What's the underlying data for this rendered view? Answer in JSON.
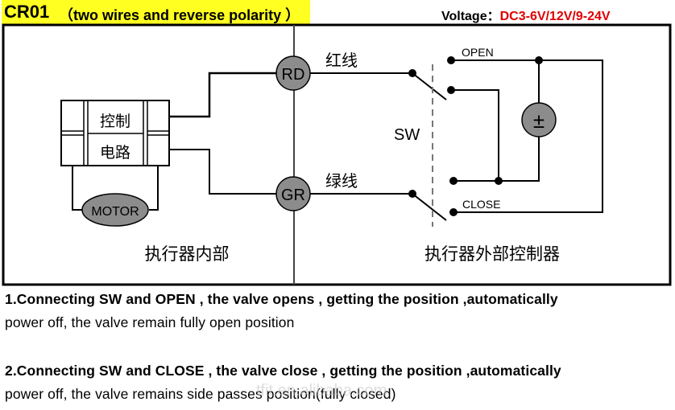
{
  "header": {
    "model": "CR01",
    "subtitle": "（two wires and reverse polarity ）",
    "voltage_label": "Voltage：",
    "voltage_value": "DC3-6V/12V/9-24V",
    "colors": {
      "highlight": "#ffff22",
      "voltage_value": "#e00000"
    }
  },
  "diagram": {
    "control_circuit": {
      "line1": "控制",
      "line2": "电路"
    },
    "motor_label": "MOTOR",
    "red_terminal": "RD",
    "green_terminal": "GR",
    "red_wire_label": "红线",
    "green_wire_label": "绿线",
    "switch_label": "SW",
    "open_label": "OPEN",
    "close_label": "CLOSE",
    "power_symbol": "±",
    "inside_label": "执行器内部",
    "outside_label": "执行器外部控制器",
    "colors": {
      "terminal_fill": "#8c8c8c",
      "stroke": "#000000",
      "dashed": "#777777"
    }
  },
  "instructions": [
    {
      "number": "1.",
      "prefix": "Connecting ",
      "term1": "SW",
      "mid": " and ",
      "term2": "OPEN",
      "rest": " , the valve opens , getting the position ,automatically",
      "line2": "power off, the valve remain fully open position"
    },
    {
      "number": "2.",
      "prefix": "Connecting ",
      "term1": "SW",
      "mid": " and ",
      "term2": "CLOSE",
      "rest": " , the valve close , getting the position ,automatically",
      "line2": "power off, the valve remains side passes position(fully closed)"
    }
  ],
  "watermark": "tfit.en.alibaba.com"
}
